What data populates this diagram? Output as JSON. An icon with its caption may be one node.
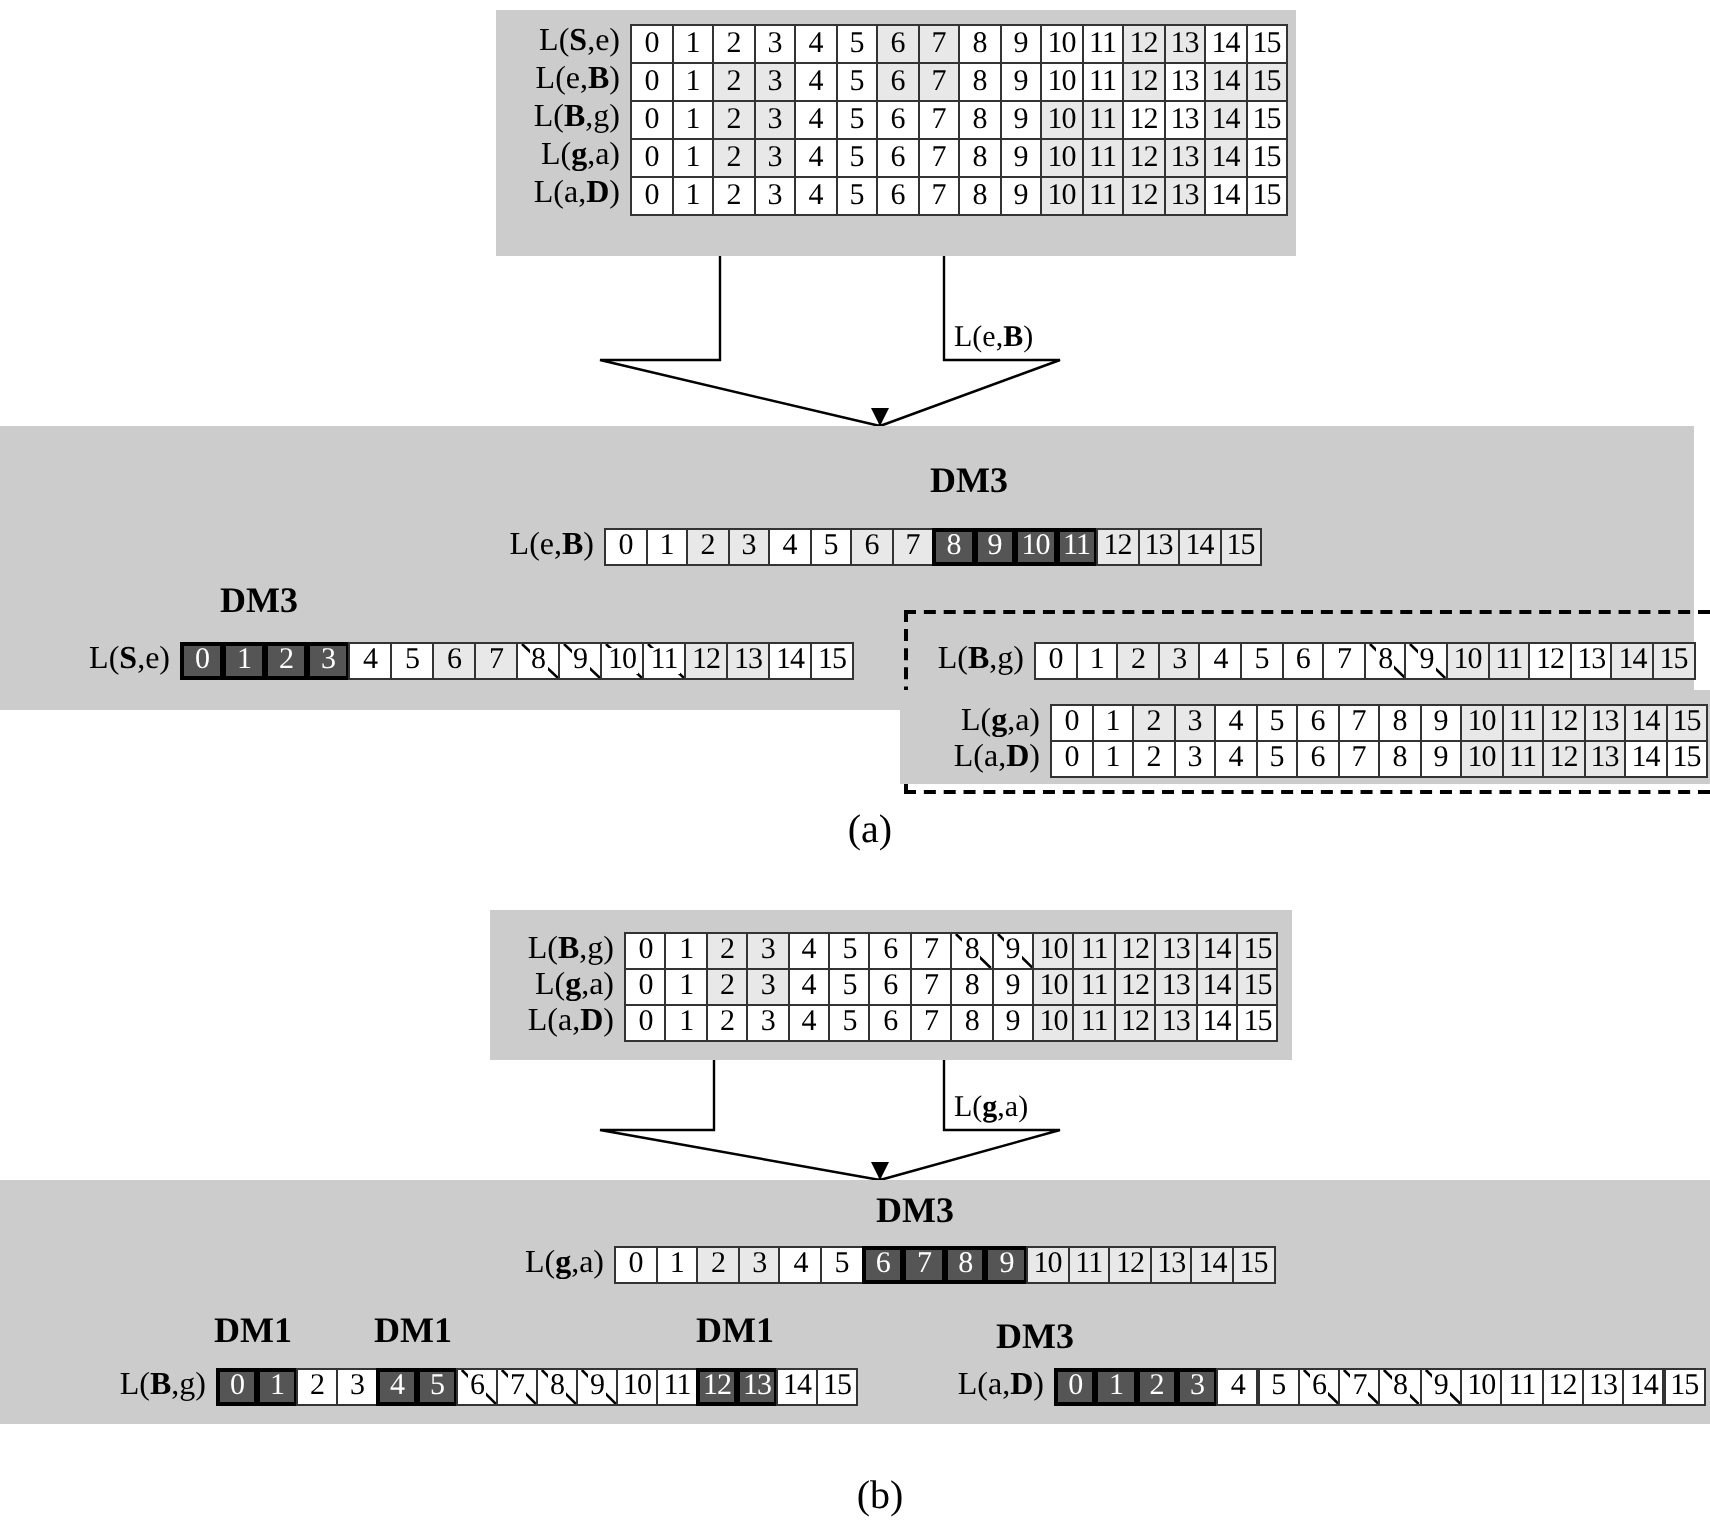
{
  "diagram": {
    "nodes": [
      {
        "text": [
          "L(**S**,e)",
          "0",
          "1",
          "2",
          "3",
          "4",
          "5",
          "6",
          "7",
          "8",
          "9",
          "10",
          "11",
          "12",
          "13",
          "14",
          "15",
          "L(e,**B**)",
          "0",
          "1",
          "2",
          "3",
          "4",
          "5",
          "6",
          "7",
          "8",
          "9",
          "10",
          "11",
          "12",
          "13",
          "14",
          "15",
          "L(**B**,g)",
          "0",
          "1",
          "2",
          "3",
          "4",
          "5",
          "6",
          "7",
          "8",
          "9",
          "10",
          "11",
          "12",
          "13",
          "14",
          "15",
          "L(**g**,a)",
          "0",
          "1",
          "2",
          "3",
          "4",
          "5",
          "6",
          "7",
          "8",
          "9",
          "10",
          "11",
          "12",
          "13",
          "14",
          "15",
          "L(a,**D**)",
          "0",
          "1",
          "2",
          "3",
          "4",
          "5",
          "6",
          "7",
          "8",
          "9",
          "10",
          "11",
          "12",
          "13",
          "14",
          "15"
        ]
      },
      {
        "text": [
          "DM3",
          "L(e,**B**)",
          "0",
          "1",
          "2",
          "3",
          "4",
          "5",
          "6",
          "7",
          "8",
          "9",
          "10",
          "11",
          "12",
          "13",
          "14",
          "15",
          "DM3",
          "L(**S**,e)",
          "0",
          "1",
          "2",
          "3",
          "4",
          "5",
          "6",
          "7",
          "8",
          "9",
          "10",
          "11",
          "12",
          "13",
          "14",
          "15"
        ]
      },
      {
        "text": [
          "L(**B**,g)",
          "0",
          "1",
          "2",
          "3",
          "4",
          "5",
          "6",
          "7",
          "8",
          "9",
          "10",
          "11",
          "12",
          "13",
          "14",
          "15"
        ]
      },
      {
        "text": [
          "L(**g**,a)",
          "0",
          "1",
          "2",
          "3",
          "4",
          "5",
          "6",
          "7",
          "8",
          "9",
          "10",
          "11",
          "12",
          "13",
          "14",
          "15",
          "L(a,**D**)",
          "0",
          "1",
          "2",
          "3",
          "4",
          "5",
          "6",
          "7",
          "8",
          "9",
          "10",
          "11",
          "12",
          "13",
          "14",
          "15"
        ],
        "in": 2
      },
      {
        "text": [
          "L(**B**,g)",
          "0",
          "1",
          "2",
          "3",
          "4",
          "5",
          "6",
          "7",
          "8",
          "9",
          "10",
          "11",
          "12",
          "13",
          "14",
          "15",
          "L(**g**,a)",
          "0",
          "1",
          "2",
          "3",
          "4",
          "5",
          "6",
          "7",
          "8",
          "9",
          "10",
          "11",
          "12",
          "13",
          "14",
          "15",
          "L(a,**D**)",
          "0",
          "1",
          "2",
          "3",
          "4",
          "5",
          "6",
          "7",
          "8",
          "9",
          "10",
          "11",
          "12",
          "13",
          "14",
          "15"
        ]
      },
      {
        "text": [
          "DM3",
          "L(**g**,a)",
          "0",
          "1",
          "2",
          "3",
          "4",
          "5",
          "6",
          "7",
          "8",
          "9",
          "10",
          "11",
          "12",
          "13",
          "14",
          "15",
          "DM1",
          "DM1",
          "DM1",
          "DM3",
          "L(**B**,g)",
          "0",
          "1",
          "2",
          "3",
          "4",
          "5",
          "6",
          "7",
          "8",
          "9",
          "10",
          "11",
          "12",
          "13",
          "14",
          "15",
          "L(a,**D**)",
          "0",
          "1",
          "2",
          "3",
          "4",
          "5",
          "6",
          "7",
          "8",
          "9",
          "10",
          "11",
          "12",
          "13",
          "14",
          "15"
        ]
      }
    ],
    "edges": [
      {
        "from": 0,
        "to": 1,
        "arrow": "to",
        "label": "L(e,**B**)"
      },
      {
        "from": 4,
        "to": 5,
        "arrow": "to",
        "label": "L(**g**,a)"
      }
    ],
    "labels": [
      "(a)",
      "(b)"
    ]
  }
}
